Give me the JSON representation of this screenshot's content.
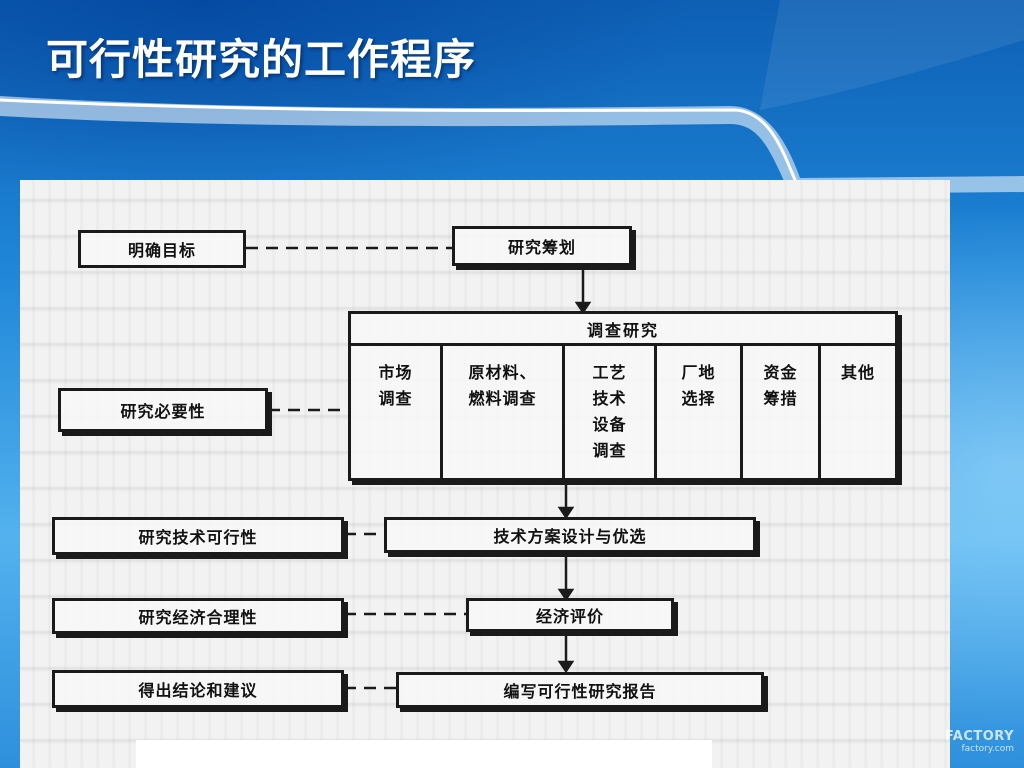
{
  "slide": {
    "title": "可行性研究的工作程序"
  },
  "watermark": {
    "brand": "FACTORY",
    "site": "factory.com"
  },
  "flowchart": {
    "left_boxes": {
      "define_goal": "明确目标",
      "necessity": "研究必要性",
      "tech_feasibility": "研究技术可行性",
      "econ_rationality": "研究经济合理性",
      "conclusion": "得出结论和建议"
    },
    "right_boxes": {
      "planning": "研究筹划",
      "survey": "调查研究",
      "tech_design": "技术方案设计与优选",
      "econ_eval": "经济评价",
      "report": "编写可行性研究报告"
    },
    "survey_items": [
      {
        "line1": "市场",
        "line2": "调查",
        "line3": "",
        "line4": ""
      },
      {
        "line1": "原材料、",
        "line2": "燃料调查",
        "line3": "",
        "line4": ""
      },
      {
        "line1": "工艺",
        "line2": "技术",
        "line3": "设备",
        "line4": "调查"
      },
      {
        "line1": "厂地",
        "line2": "选择",
        "line3": "",
        "line4": ""
      },
      {
        "line1": "资金",
        "line2": "筹措",
        "line3": "",
        "line4": ""
      },
      {
        "line1": "其他",
        "line2": "",
        "line3": "",
        "line4": ""
      }
    ]
  },
  "colors": {
    "title": "#ffffff",
    "ink": "#1a1a1a",
    "paper": "#f2f2f2"
  }
}
